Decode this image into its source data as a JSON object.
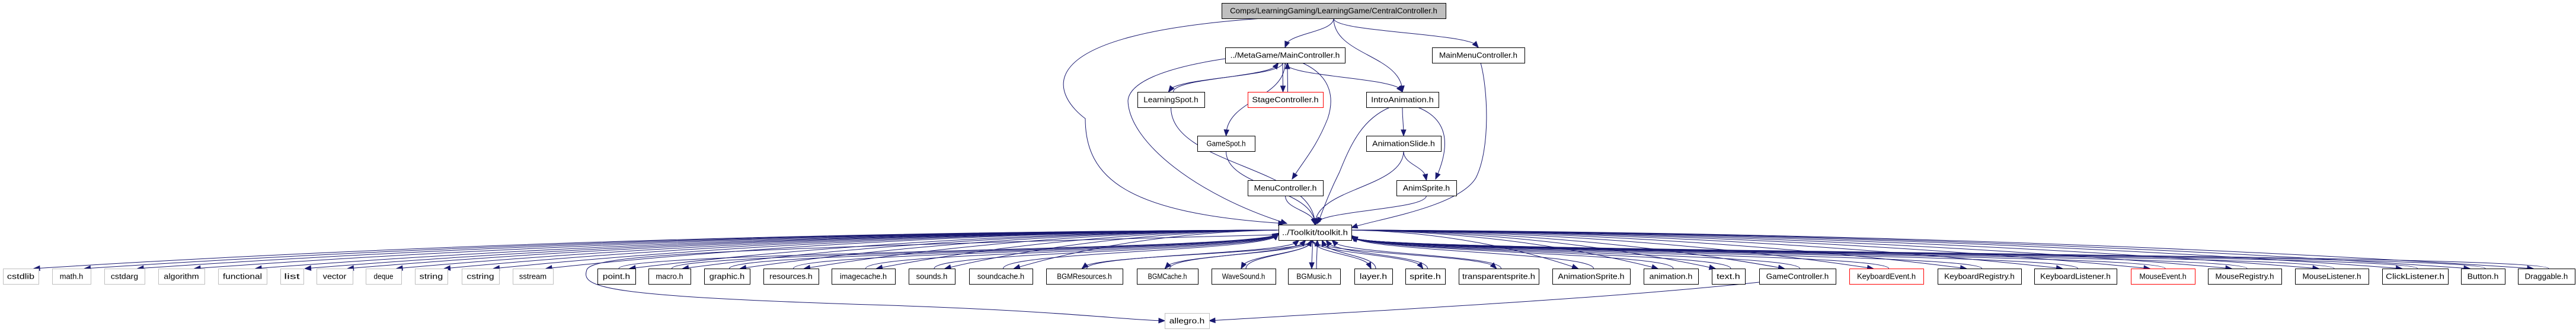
{
  "diagram": {
    "type": "include-dependency-graph",
    "colors": {
      "edge": "#191970",
      "root_fill": "#bfbfbf",
      "node_fill": "#ffffff",
      "node_border": "#000000",
      "missing_border": "#bfbfbf",
      "truncated_border": "#ff0000"
    },
    "nodes": [
      {
        "id": "central",
        "label": "Comps/LearningGaming/LearningGame/CentralController.h",
        "kind": "root"
      },
      {
        "id": "mainctrl",
        "label": "../MetaGame/MainController.h",
        "kind": "normal"
      },
      {
        "id": "mainmenu",
        "label": "MainMenuController.h",
        "kind": "normal"
      },
      {
        "id": "learnspot",
        "label": "LearningSpot.h",
        "kind": "normal"
      },
      {
        "id": "stagectrl",
        "label": "StageController.h",
        "kind": "truncated"
      },
      {
        "id": "intro",
        "label": "IntroAnimation.h",
        "kind": "normal"
      },
      {
        "id": "gamespot",
        "label": "GameSpot.h",
        "kind": "normal"
      },
      {
        "id": "animslide",
        "label": "AnimationSlide.h",
        "kind": "normal"
      },
      {
        "id": "menuctrl",
        "label": "MenuController.h",
        "kind": "normal"
      },
      {
        "id": "animsprite",
        "label": "AnimSprite.h",
        "kind": "normal"
      },
      {
        "id": "toolkit",
        "label": "../Toolkit/toolkit.h",
        "kind": "normal"
      },
      {
        "id": "cstdlib",
        "label": "cstdlib",
        "kind": "external"
      },
      {
        "id": "math",
        "label": "math.h",
        "kind": "external"
      },
      {
        "id": "cstdarg",
        "label": "cstdarg",
        "kind": "external"
      },
      {
        "id": "algorithm",
        "label": "algorithm",
        "kind": "external"
      },
      {
        "id": "functional",
        "label": "functional",
        "kind": "external"
      },
      {
        "id": "list",
        "label": "list",
        "kind": "external"
      },
      {
        "id": "vector",
        "label": "vector",
        "kind": "external"
      },
      {
        "id": "deque",
        "label": "deque",
        "kind": "external"
      },
      {
        "id": "string",
        "label": "string",
        "kind": "external"
      },
      {
        "id": "cstring",
        "label": "cstring",
        "kind": "external"
      },
      {
        "id": "sstream",
        "label": "sstream",
        "kind": "external"
      },
      {
        "id": "point",
        "label": "point.h",
        "kind": "normal"
      },
      {
        "id": "macro",
        "label": "macro.h",
        "kind": "normal"
      },
      {
        "id": "graphic",
        "label": "graphic.h",
        "kind": "normal"
      },
      {
        "id": "resources",
        "label": "resources.h",
        "kind": "normal"
      },
      {
        "id": "imagecache",
        "label": "imagecache.h",
        "kind": "normal"
      },
      {
        "id": "sounds",
        "label": "sounds.h",
        "kind": "normal"
      },
      {
        "id": "soundcache",
        "label": "soundcache.h",
        "kind": "normal"
      },
      {
        "id": "bgmres",
        "label": "BGMResources.h",
        "kind": "normal"
      },
      {
        "id": "bgmcache",
        "label": "BGMCache.h",
        "kind": "normal"
      },
      {
        "id": "wavesound",
        "label": "WaveSound.h",
        "kind": "normal"
      },
      {
        "id": "bgmusic",
        "label": "BGMusic.h",
        "kind": "normal"
      },
      {
        "id": "layer",
        "label": "layer.h",
        "kind": "normal"
      },
      {
        "id": "sprite",
        "label": "sprite.h",
        "kind": "normal"
      },
      {
        "id": "transsprite",
        "label": "transparentsprite.h",
        "kind": "normal"
      },
      {
        "id": "animsprite2",
        "label": "AnimationSprite.h",
        "kind": "normal"
      },
      {
        "id": "animation",
        "label": "animation.h",
        "kind": "normal"
      },
      {
        "id": "text",
        "label": "text.h",
        "kind": "normal"
      },
      {
        "id": "gamectrl",
        "label": "GameController.h",
        "kind": "normal"
      },
      {
        "id": "kbevent",
        "label": "KeyboardEvent.h",
        "kind": "truncated"
      },
      {
        "id": "kbreg",
        "label": "KeyboardRegistry.h",
        "kind": "normal"
      },
      {
        "id": "kblisten",
        "label": "KeyboardListener.h",
        "kind": "normal"
      },
      {
        "id": "mouseevent",
        "label": "MouseEvent.h",
        "kind": "truncated"
      },
      {
        "id": "mousereg",
        "label": "MouseRegistry.h",
        "kind": "normal"
      },
      {
        "id": "mouselisten",
        "label": "MouseListener.h",
        "kind": "normal"
      },
      {
        "id": "clicklisten",
        "label": "ClickListener.h",
        "kind": "normal"
      },
      {
        "id": "button",
        "label": "Button.h",
        "kind": "normal"
      },
      {
        "id": "draggable",
        "label": "Draggable.h",
        "kind": "normal"
      },
      {
        "id": "allegro",
        "label": "allegro.h",
        "kind": "external"
      }
    ],
    "edges": [
      [
        "central",
        "mainctrl"
      ],
      [
        "central",
        "intro"
      ],
      [
        "central",
        "mainmenu"
      ],
      [
        "central",
        "toolkit"
      ],
      [
        "mainctrl",
        "learnspot"
      ],
      [
        "learnspot",
        "mainctrl"
      ],
      [
        "mainctrl",
        "stagectrl"
      ],
      [
        "stagectrl",
        "mainctrl"
      ],
      [
        "mainctrl",
        "gamespot"
      ],
      [
        "mainctrl",
        "intro"
      ],
      [
        "mainctrl",
        "menuctrl"
      ],
      [
        "mainctrl",
        "toolkit"
      ],
      [
        "mainmenu",
        "toolkit"
      ],
      [
        "learnspot",
        "toolkit"
      ],
      [
        "gamespot",
        "toolkit"
      ],
      [
        "menuctrl",
        "toolkit"
      ],
      [
        "intro",
        "animslide"
      ],
      [
        "intro",
        "animsprite"
      ],
      [
        "intro",
        "toolkit"
      ],
      [
        "animslide",
        "animsprite"
      ],
      [
        "animslide",
        "toolkit"
      ],
      [
        "animsprite",
        "toolkit"
      ],
      [
        "toolkit",
        "cstdlib"
      ],
      [
        "toolkit",
        "math"
      ],
      [
        "toolkit",
        "cstdarg"
      ],
      [
        "toolkit",
        "algorithm"
      ],
      [
        "toolkit",
        "functional"
      ],
      [
        "toolkit",
        "list"
      ],
      [
        "toolkit",
        "vector"
      ],
      [
        "toolkit",
        "deque"
      ],
      [
        "toolkit",
        "string"
      ],
      [
        "toolkit",
        "cstring"
      ],
      [
        "toolkit",
        "sstream"
      ],
      [
        "toolkit",
        "allegro"
      ],
      [
        "toolkit",
        "point"
      ],
      [
        "point",
        "toolkit"
      ],
      [
        "toolkit",
        "macro"
      ],
      [
        "macro",
        "toolkit"
      ],
      [
        "toolkit",
        "graphic"
      ],
      [
        "graphic",
        "toolkit"
      ],
      [
        "toolkit",
        "resources"
      ],
      [
        "resources",
        "toolkit"
      ],
      [
        "toolkit",
        "imagecache"
      ],
      [
        "imagecache",
        "toolkit"
      ],
      [
        "toolkit",
        "sounds"
      ],
      [
        "sounds",
        "toolkit"
      ],
      [
        "toolkit",
        "soundcache"
      ],
      [
        "soundcache",
        "toolkit"
      ],
      [
        "toolkit",
        "bgmres"
      ],
      [
        "bgmres",
        "toolkit"
      ],
      [
        "toolkit",
        "bgmcache"
      ],
      [
        "bgmcache",
        "toolkit"
      ],
      [
        "toolkit",
        "wavesound"
      ],
      [
        "wavesound",
        "toolkit"
      ],
      [
        "toolkit",
        "bgmusic"
      ],
      [
        "bgmusic",
        "toolkit"
      ],
      [
        "toolkit",
        "layer"
      ],
      [
        "layer",
        "toolkit"
      ],
      [
        "toolkit",
        "sprite"
      ],
      [
        "sprite",
        "toolkit"
      ],
      [
        "toolkit",
        "transsprite"
      ],
      [
        "transsprite",
        "toolkit"
      ],
      [
        "toolkit",
        "animsprite2"
      ],
      [
        "animsprite2",
        "toolkit"
      ],
      [
        "toolkit",
        "animation"
      ],
      [
        "animation",
        "toolkit"
      ],
      [
        "toolkit",
        "text"
      ],
      [
        "text",
        "toolkit"
      ],
      [
        "toolkit",
        "gamectrl"
      ],
      [
        "gamectrl",
        "toolkit"
      ],
      [
        "toolkit",
        "kbevent"
      ],
      [
        "kbevent",
        "toolkit"
      ],
      [
        "toolkit",
        "kbreg"
      ],
      [
        "kbreg",
        "toolkit"
      ],
      [
        "toolkit",
        "kblisten"
      ],
      [
        "kblisten",
        "toolkit"
      ],
      [
        "toolkit",
        "mouseevent"
      ],
      [
        "mouseevent",
        "toolkit"
      ],
      [
        "toolkit",
        "mousereg"
      ],
      [
        "mousereg",
        "toolkit"
      ],
      [
        "toolkit",
        "mouselisten"
      ],
      [
        "mouselisten",
        "toolkit"
      ],
      [
        "toolkit",
        "clicklisten"
      ],
      [
        "clicklisten",
        "toolkit"
      ],
      [
        "toolkit",
        "button"
      ],
      [
        "button",
        "toolkit"
      ],
      [
        "toolkit",
        "draggable"
      ],
      [
        "draggable",
        "toolkit"
      ],
      [
        "gamectrl",
        "allegro"
      ]
    ]
  }
}
